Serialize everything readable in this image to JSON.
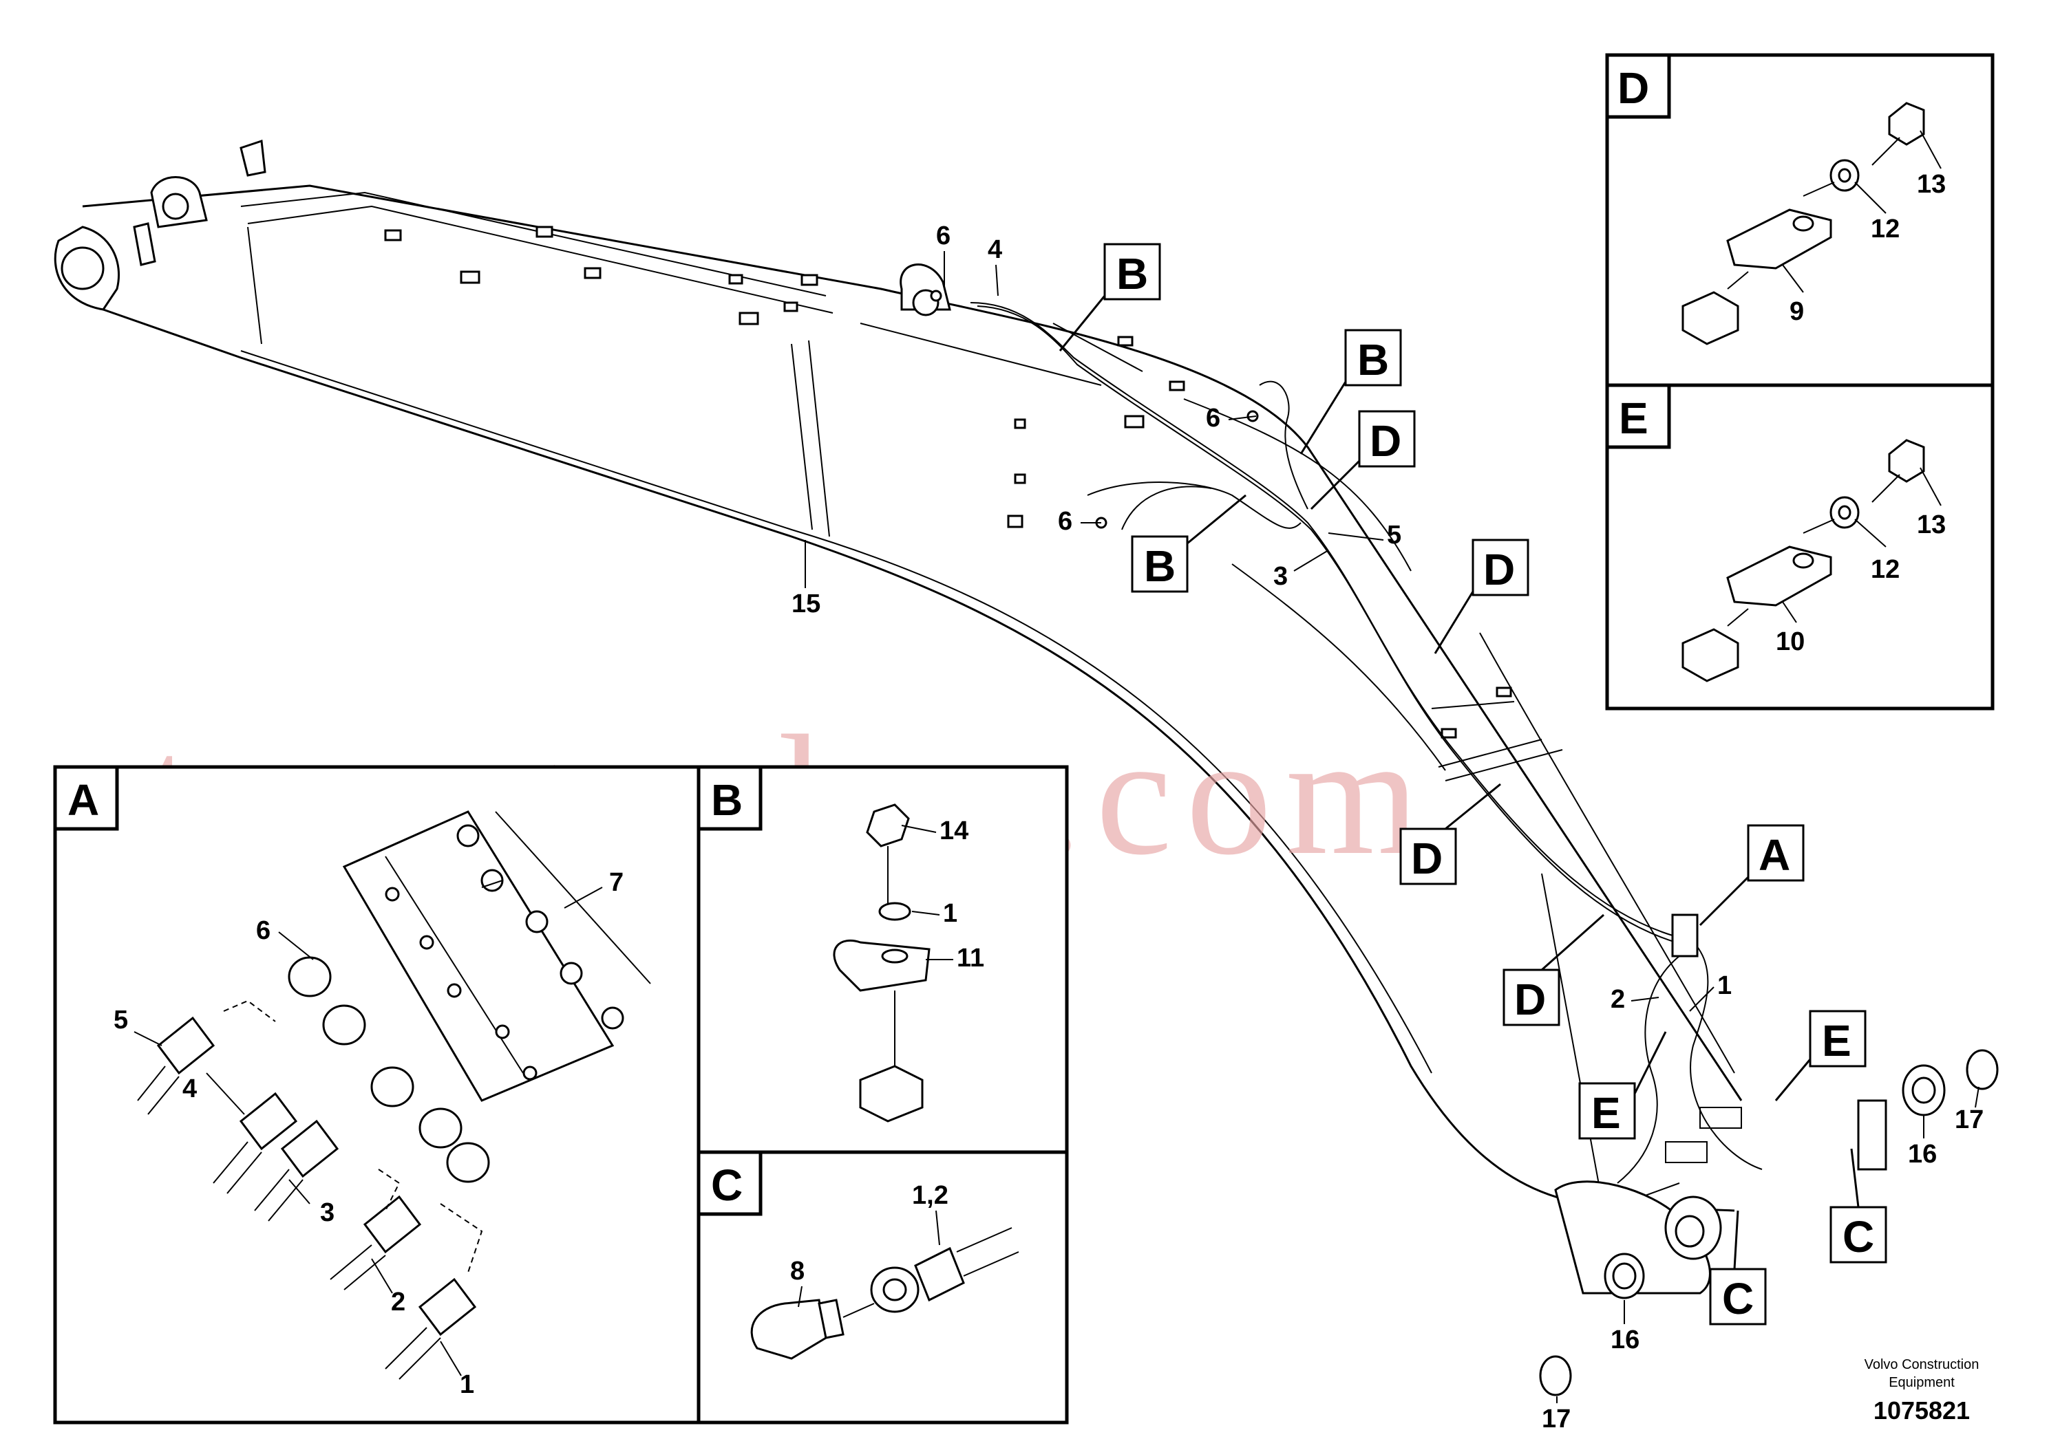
{
  "callouts": {
    "A": "A",
    "B": "B",
    "C": "C",
    "D": "D",
    "E": "E"
  },
  "parts": {
    "p1": "1",
    "p2": "2",
    "p3": "3",
    "p4": "4",
    "p5": "5",
    "p6": "6",
    "p7": "7",
    "p8": "8",
    "p9": "9",
    "p10": "10",
    "p11": "11",
    "p12": "12",
    "p13": "13",
    "p14": "14",
    "p15": "15",
    "p16": "16",
    "p17": "17",
    "p1_2": "1,2"
  },
  "footer": {
    "brand_line1": "Volvo Construction",
    "brand_line2": "Equipment",
    "doc_number": "1075821"
  },
  "watermark": "strongvolvo.com"
}
